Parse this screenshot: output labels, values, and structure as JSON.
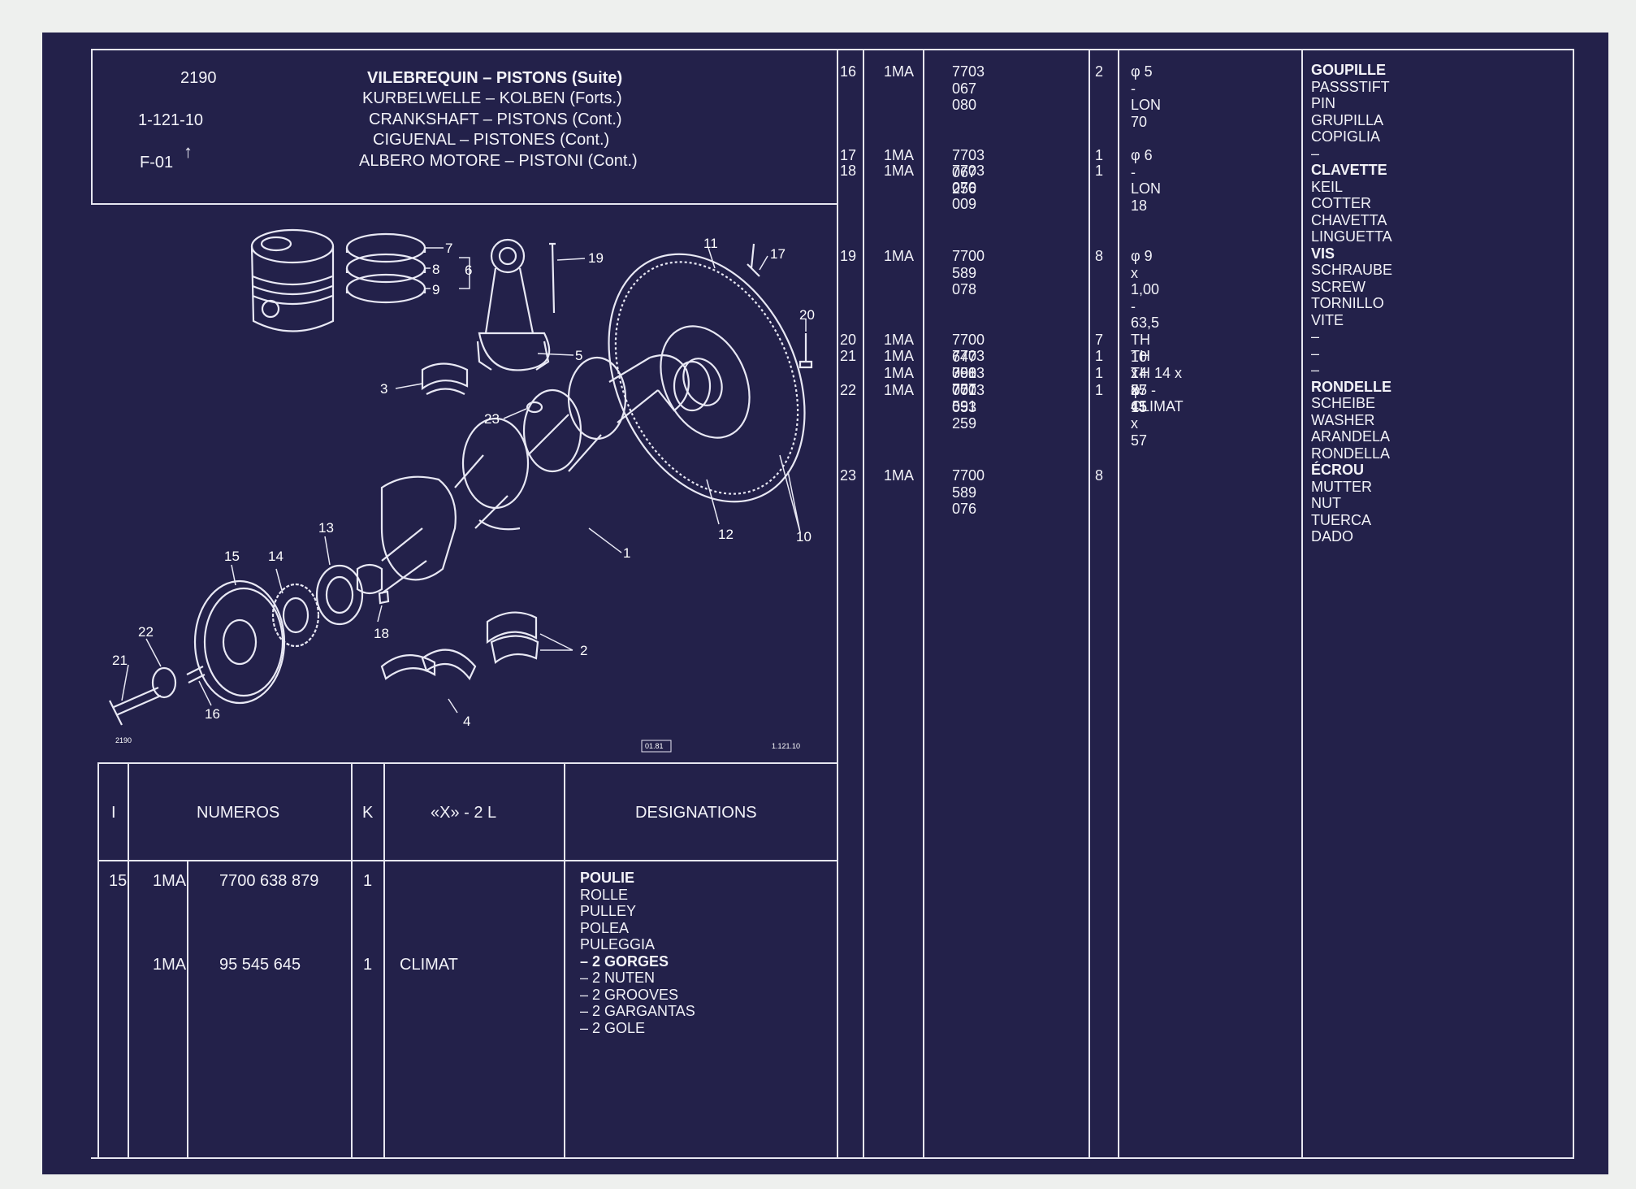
{
  "header": {
    "plate_number": "2190",
    "reference": "1-121-10",
    "frame": "F-01",
    "titles": [
      "VILEBREQUIN – PISTONS (Suite)",
      "KURBELWELLE – KOLBEN (Forts.)",
      "CRANKSHAFT – PISTONS (Cont.)",
      "CIGUENAL – PISTONES (Cont.)",
      "ALBERO MOTORE – PISTONI (Cont.)"
    ]
  },
  "diagram": {
    "callouts": [
      "1",
      "2",
      "3",
      "4",
      "5",
      "6",
      "7",
      "8",
      "9",
      "10",
      "11",
      "12",
      "13",
      "14",
      "15",
      "16",
      "17",
      "18",
      "19",
      "20",
      "21",
      "22",
      "23"
    ],
    "footer_left": "2190",
    "footer_mid": "01.81",
    "footer_right": "1.121.10"
  },
  "table_header": {
    "col_index": "I",
    "col_numbers": "NUMEROS",
    "col_k": "K",
    "col_variant": "«X» - 2 L",
    "col_designations": "DESIGNATIONS"
  },
  "lower_rows": {
    "row1": {
      "index": "15",
      "prefix": "1MA",
      "number": "7700 638 879",
      "qty": "1",
      "variant": "",
      "designations": [
        "POULIE",
        "ROLLE",
        "PULLEY",
        "POLEA",
        "PULEGGIA"
      ]
    },
    "row2": {
      "index": "",
      "prefix": "1MA",
      "number": "95 545 645",
      "qty": "1",
      "variant": "CLIMAT",
      "designations": [
        "– 2 GORGES",
        "– 2 NUTEN",
        "– 2 GROOVES",
        "– 2 GARGANTAS",
        "– 2 GOLE"
      ]
    }
  },
  "right_rows": {
    "r16": {
      "index": "16",
      "prefix": "1MA",
      "number": "7703 067 080",
      "qty": "2",
      "spec": "φ 5 - LON 70"
    },
    "r17": {
      "index": "17",
      "prefix": "1MA",
      "number": "7703 067 256",
      "qty": "1",
      "spec": "φ 6 - LON 18"
    },
    "r18": {
      "index": "18",
      "prefix": "1MA",
      "number": "7703 070 009",
      "qty": "1",
      "spec": ""
    },
    "r19": {
      "index": "19",
      "prefix": "1MA",
      "number": "7700 589 078",
      "qty": "8",
      "spec": "φ 9 x 1,00 - 63,5"
    },
    "r20": {
      "index": "20",
      "prefix": "1MA",
      "number": "7700 647 358",
      "qty": "7",
      "spec": "TH 10 x 27"
    },
    "r21": {
      "index": "21",
      "prefix": "1MA",
      "number": "7703 001 757",
      "qty": "1",
      "spec": "TH 14 x 45"
    },
    "r21b": {
      "index": "",
      "prefix": "1MA",
      "number": "7903 001 591",
      "qty": "1",
      "spec": "TH 14 x 55 - CLIMAT"
    },
    "r22": {
      "index": "22",
      "prefix": "1MA",
      "number": "7703 053 259",
      "qty": "1",
      "spec": "φ 15 x 57"
    },
    "r23": {
      "index": "23",
      "prefix": "1MA",
      "number": "7700 589 076",
      "qty": "8",
      "spec": ""
    }
  },
  "designations_right": {
    "goupille": [
      "GOUPILLE",
      "PASSSTIFT",
      "PIN",
      "GRUPILLA",
      "COPIGLIA"
    ],
    "dash17": "–",
    "clavette": [
      "CLAVETTE",
      "KEIL",
      "COTTER",
      "CHAVETTA",
      "LINGUETTA"
    ],
    "vis": [
      "VIS",
      "SCHRAUBE",
      "SCREW",
      "TORNILLO",
      "VITE"
    ],
    "dashes": [
      "–",
      "–",
      "–"
    ],
    "rondelle": [
      "RONDELLE",
      "SCHEIBE",
      "WASHER",
      "ARANDELA",
      "RONDELLA"
    ],
    "ecrou": [
      "ÉCROU",
      "MUTTER",
      "NUT",
      "TUERCA",
      "DADO"
    ]
  }
}
